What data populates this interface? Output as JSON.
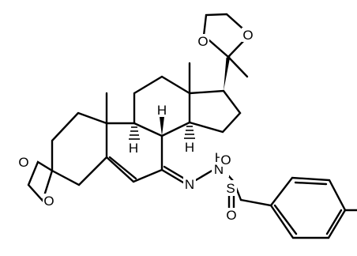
{
  "atoms": {
    "o_dioxolane_top_left": "O",
    "o_dioxolane_top_right": "O",
    "o_ketal_ring_upper": "O",
    "o_ketal_ring_lower": "O",
    "n_imine": "N",
    "n_hydrazide": "N",
    "h_on_nh": "H",
    "s_sulfonyl": "S",
    "o_sulfonyl_top": "O",
    "o_sulfonyl_bottom": "O",
    "h_c8": "H",
    "h_c9": "H",
    "h_c14": "H"
  }
}
